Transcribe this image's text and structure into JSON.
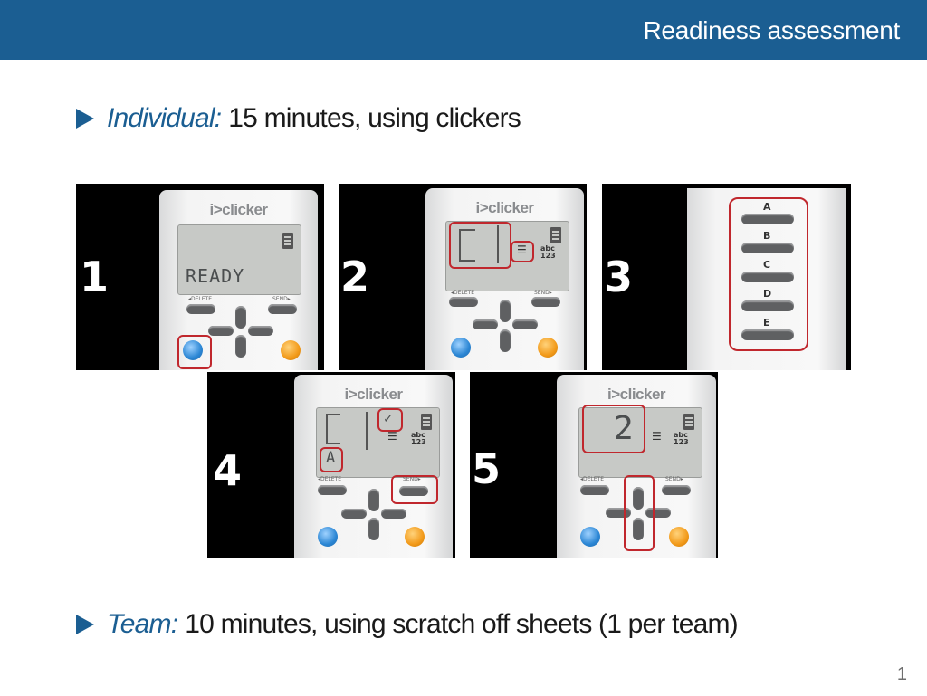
{
  "header": {
    "title": "Readiness assessment"
  },
  "bullets": [
    {
      "lead": "Individual:",
      "text": "15 minutes, using clickers"
    },
    {
      "lead": "Team:",
      "text": "10 minutes, using scratch off sheets (1 per team)"
    }
  ],
  "steps": {
    "s1": {
      "number": "1",
      "lcd": "READY"
    },
    "s2": {
      "number": "2"
    },
    "s3": {
      "number": "3",
      "keys": [
        "A",
        "B",
        "C",
        "D",
        "E"
      ]
    },
    "s4": {
      "number": "4",
      "lcd_letter": "A",
      "check": "✓"
    },
    "s5": {
      "number": "5",
      "lcd_digit": "2"
    }
  },
  "device": {
    "brand": "i>clicker",
    "delete_label": "◂DELETE",
    "send_label": "SEND▸",
    "mode_label": "abc\n123"
  },
  "page_number": "1",
  "colors": {
    "header": "#1b5e92",
    "highlight": "#c0272d",
    "blue_button": "#2b86d4",
    "orange_button": "#f29a1a"
  }
}
